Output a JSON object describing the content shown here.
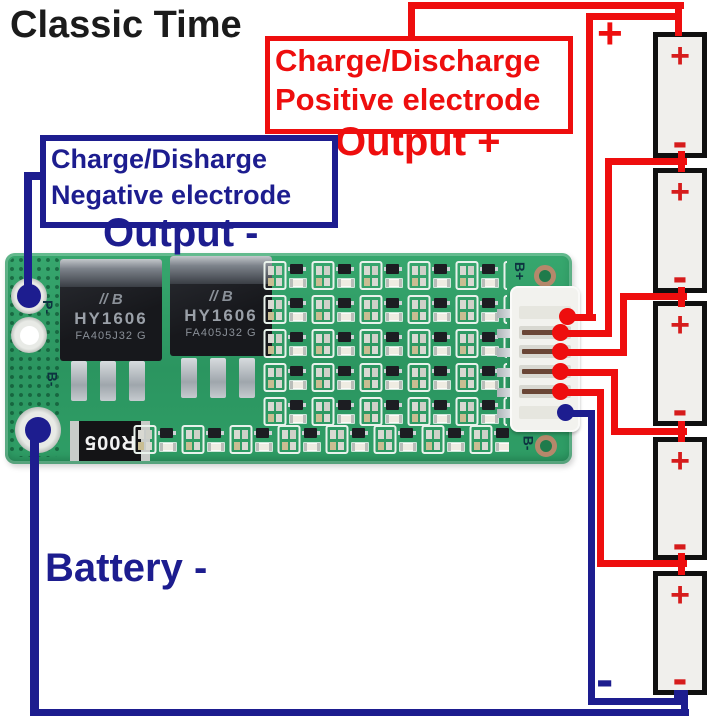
{
  "title": "Classic Time",
  "annotations": {
    "positive_box": {
      "line1": "Charge/Discharge",
      "line2": "Positive electrode"
    },
    "positive_output": "Output +",
    "negative_box": {
      "line1": "Charge/Disharge",
      "line2": "Negative electrode"
    },
    "negative_output": "Output -",
    "battery_label": "Battery -",
    "pack_plus": "+",
    "pack_minus": "-"
  },
  "board": {
    "silkscreen": {
      "p_minus": "P-",
      "b_minus": "B-",
      "b_plus": "B+",
      "b_minus_right": "B-"
    },
    "shunt_resistor": "R005",
    "mosfets": [
      {
        "mark": "//",
        "grade": "B",
        "model": "HY1606",
        "lot": "FA405J32 G"
      },
      {
        "mark": "//",
        "grade": "B",
        "model": "HY1606",
        "lot": "FA405J32 G"
      }
    ],
    "connector_pin_count": 6
  },
  "batteries": {
    "cells": [
      {
        "plus": "+",
        "minus": "-"
      },
      {
        "plus": "+",
        "minus": "-"
      },
      {
        "plus": "+",
        "minus": "-"
      },
      {
        "plus": "+",
        "minus": "-"
      },
      {
        "plus": "+",
        "minus": "-"
      }
    ]
  },
  "colors": {
    "wire_positive": "#ee0e0e",
    "wire_negative": "#1d1d8f",
    "pcb_green": "#2f9e66",
    "battery_fill": "#f0efec",
    "battery_border": "#101010"
  }
}
